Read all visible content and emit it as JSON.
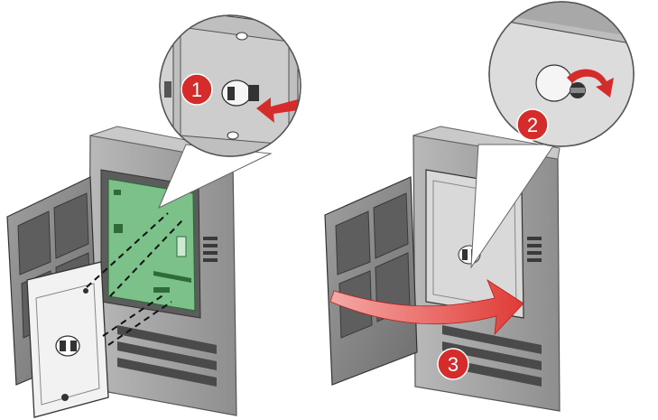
{
  "steps": [
    {
      "number": "1"
    },
    {
      "number": "2"
    },
    {
      "number": "3"
    }
  ],
  "colors": {
    "step_badge": "#d62b2b",
    "arrow": "#e03a36",
    "board": "#7cc08a",
    "printer_body": "#9a9a9a",
    "door": "#7d7d7d",
    "cover": "#f2f2f2"
  }
}
